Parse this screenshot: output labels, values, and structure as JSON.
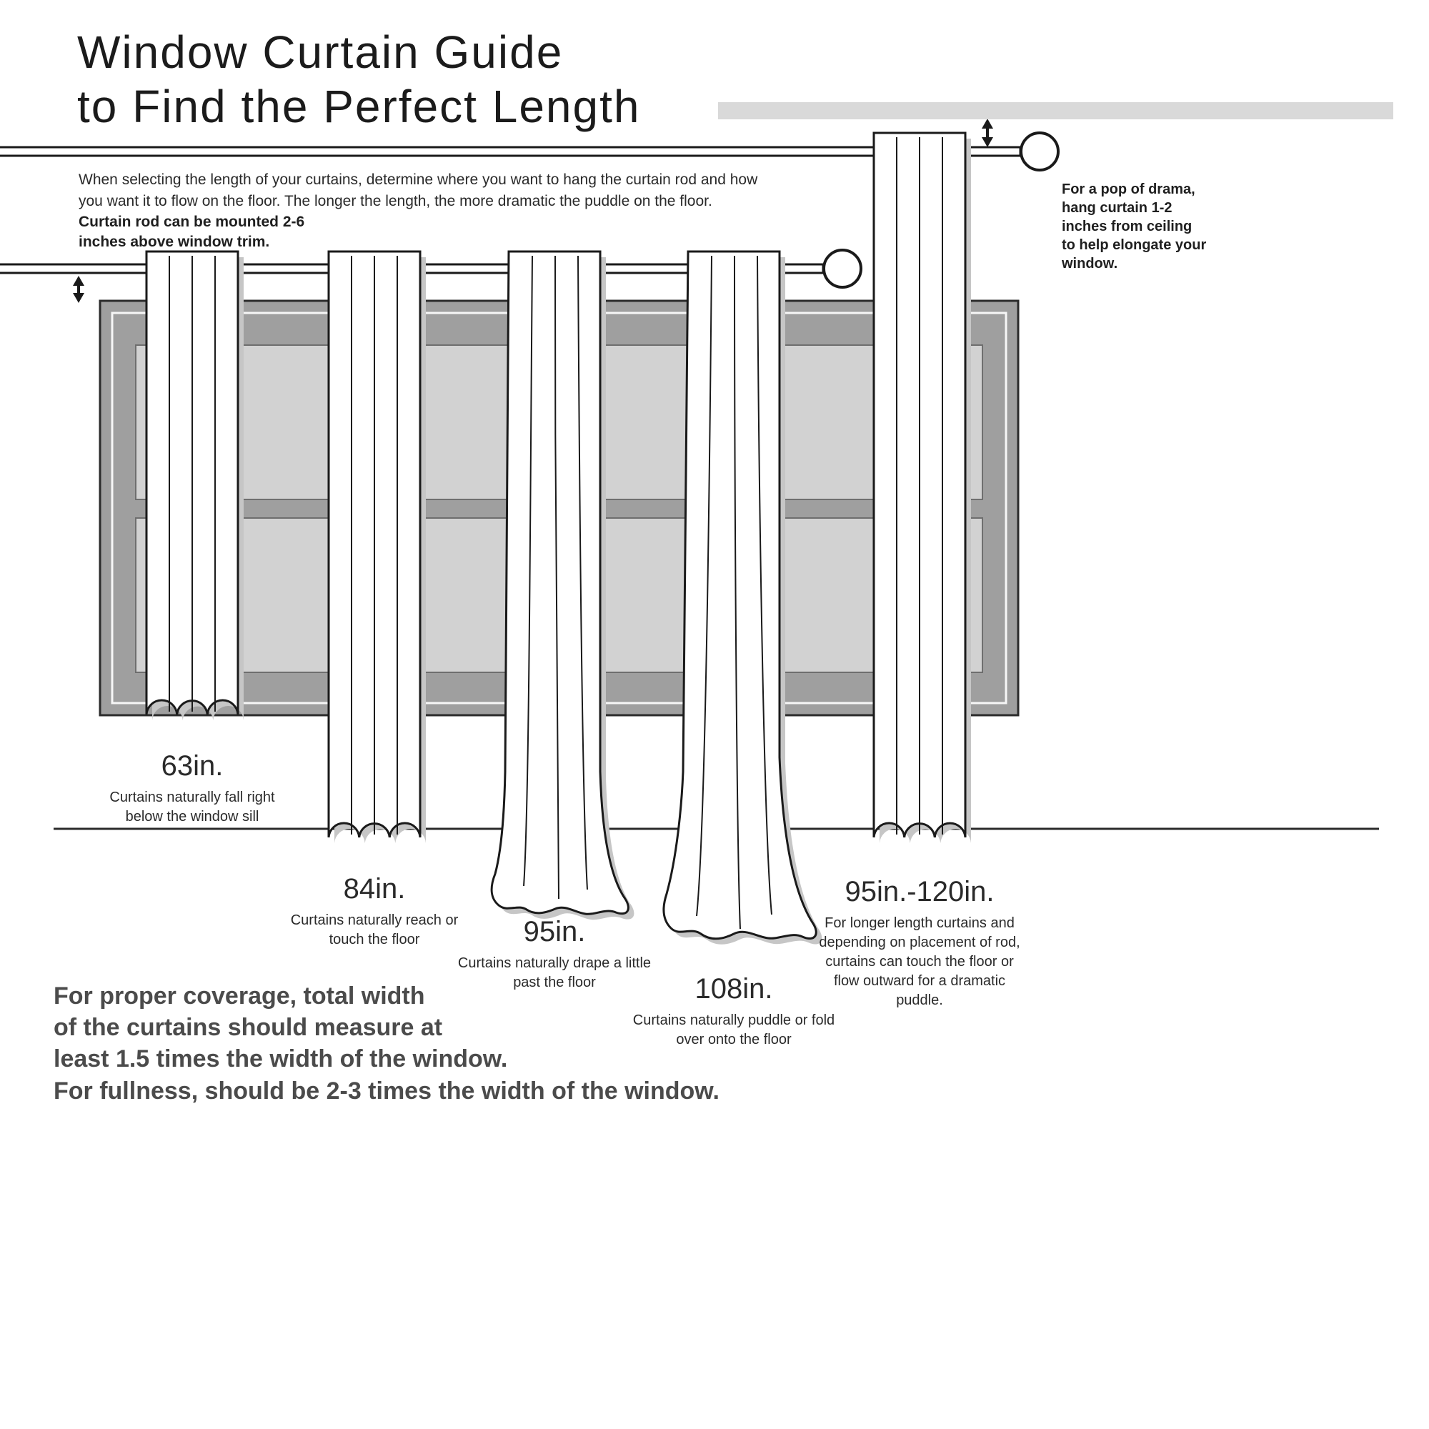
{
  "title": {
    "line1": "Window Curtain Guide",
    "line2": "to Find the Perfect Length"
  },
  "intro": "When selecting the length of your curtains, determine where you want to hang the curtain rod and how you want it to flow on the floor. The longer the length, the more dramatic the puddle on the floor.",
  "rod_note": "Curtain rod can be mounted 2-6 inches above window trim.",
  "ceiling_note": "For a pop of drama, hang curtain 1-2 inches from ceiling to help elongate your window.",
  "curtain_lengths": [
    {
      "label": "63in.",
      "caption": "Curtains naturally fall right below the window sill"
    },
    {
      "label": "84in.",
      "caption": "Curtains naturally reach or touch the floor"
    },
    {
      "label": "95in.",
      "caption": "Curtains naturally drape a little past the floor"
    },
    {
      "label": "108in.",
      "caption": "Curtains naturally puddle or fold over onto the floor"
    },
    {
      "label": "95in.-120in.",
      "caption": "For longer length curtains and depending on placement of rod, curtains can touch the floor or flow outward for a dramatic puddle."
    }
  ],
  "footer": {
    "lines": [
      "For proper coverage, total width",
      "of the curtains should measure at",
      "least 1.5 times the width of the window.",
      "For fullness, should be 2-3 times the width of the window."
    ]
  },
  "colors": {
    "background": "#ffffff",
    "line": "#1a1a1a",
    "window_frame_gray": "#9f9f9f",
    "window_pane_gray": "#d2d2d2",
    "curtain_shadow_gray": "#c6c6c6",
    "ceiling_bar_gray": "#d9d9d9",
    "footer_text_gray": "#4b4b4b"
  }
}
